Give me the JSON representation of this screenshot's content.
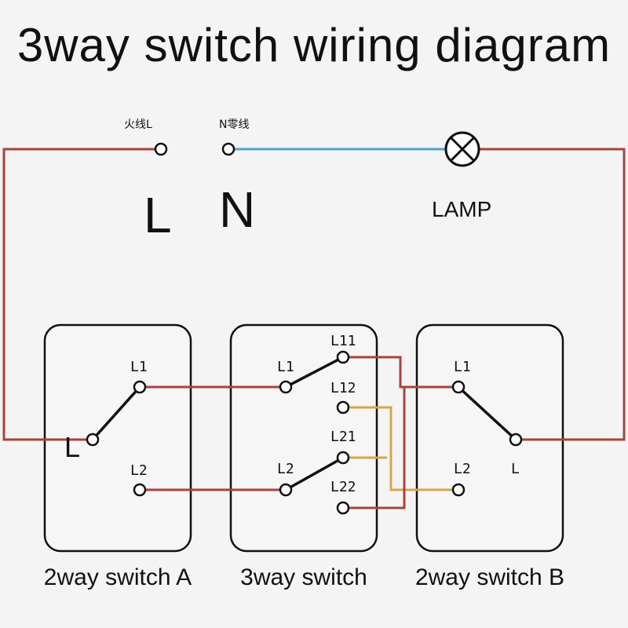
{
  "title": "3way switch wiring diagram",
  "supply": {
    "live_small": "火线L",
    "neutral_small": "N零线",
    "live_big": "L",
    "neutral_big": "N"
  },
  "lamp": {
    "label": "LAMP"
  },
  "switch_a": {
    "caption": "2way switch A",
    "l1": "L1",
    "l2": "L2",
    "common": "L"
  },
  "switch_3way": {
    "caption": "3way switch",
    "l1": "L1",
    "l2": "L2",
    "l11": "L11",
    "l12": "L12",
    "l21": "L21",
    "l22": "L22"
  },
  "switch_b": {
    "caption": "2way switch B",
    "l1": "L1",
    "l2": "L2",
    "common": "L"
  },
  "colors": {
    "live_wire": "#a8433c",
    "traveler_wire": "#d6a64a",
    "neutral_wire": "#4f9fd2"
  }
}
